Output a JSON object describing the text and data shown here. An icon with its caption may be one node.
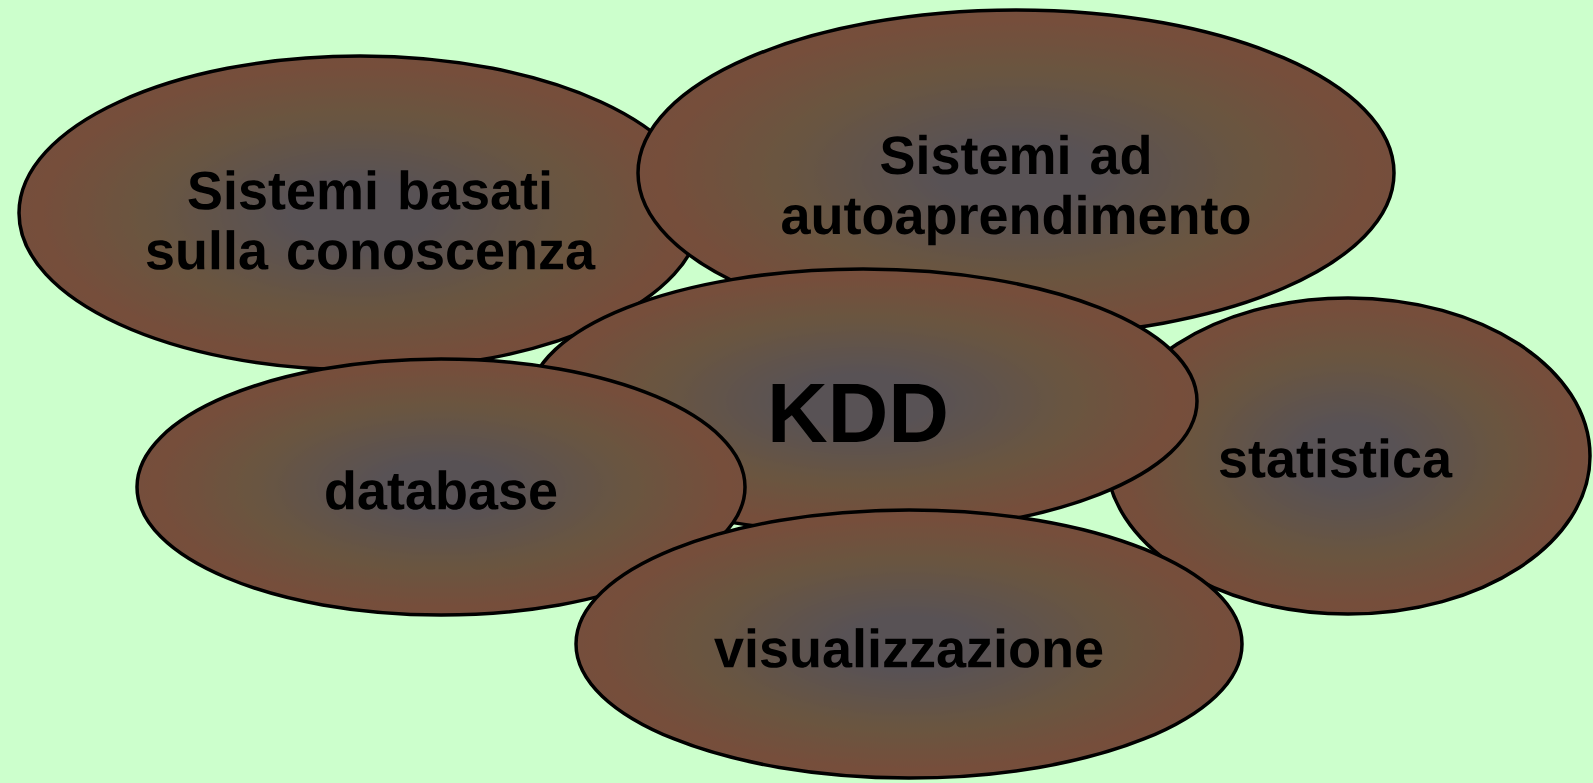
{
  "diagram": {
    "nodes": [
      {
        "text": [
          "Sistemi basati sulla conoscenza"
        ]
      },
      {
        "text": [
          "Sistemi ad autoaprendimento"
        ]
      },
      {
        "text": [
          "KDD"
        ]
      },
      {
        "text": [
          "statistica"
        ]
      },
      {
        "text": [
          "database"
        ]
      },
      {
        "text": [
          "visualizzazione"
        ]
      }
    ]
  }
}
